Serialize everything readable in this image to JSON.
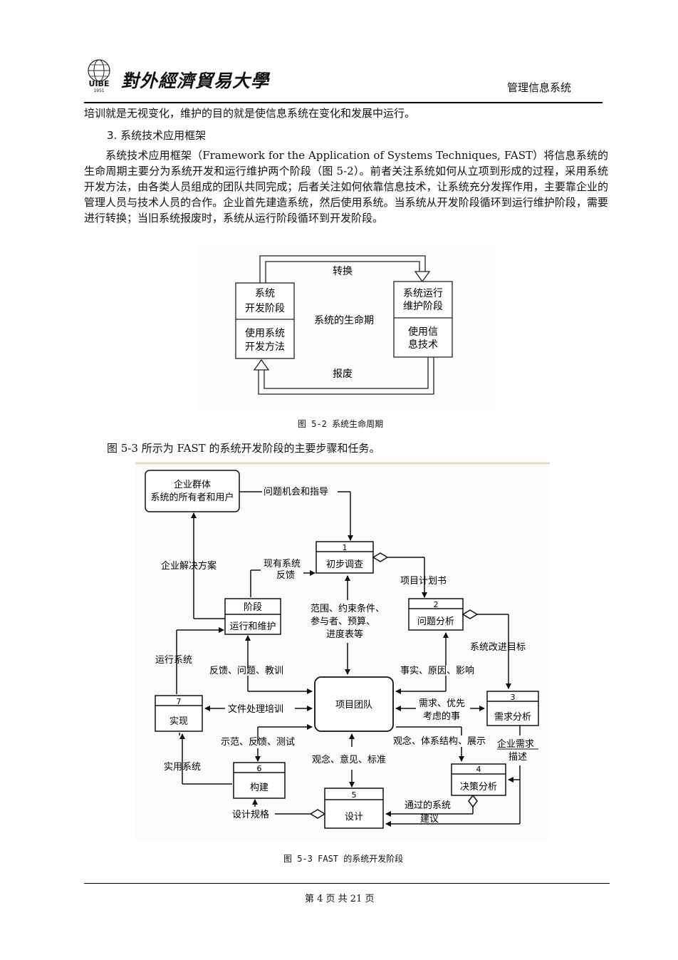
{
  "header": {
    "university_name": "對外經濟貿易大學",
    "logo_abbr": "UIBE",
    "logo_year": "1951",
    "course_title": "管理信息系统"
  },
  "body": {
    "para_top": "培训就是无视变化，维护的目的就是使信息系统在变化和发展中运行。",
    "section_heading": "3. 系统技术应用框架",
    "para_fast": "系统技术应用框架（Framework for the Application of Systems Techniques, FAST）将信息系统的生命周期主要分为系统开发和运行维护两个阶段（图 5-2）。前者关注系统如何从立项到形成的过程，采用系统开发方法，由各类人员组成的团队共同完成；后者关注如何依靠信息技术，让系统充分发挥作用，主要靠企业的管理人员与技术人员的合作。企业首先建造系统，然后使用系统。当系统从开发阶段循环到运行维护阶段，需要进行转换；当旧系统报废时，系统从运行阶段循环到开发阶段。",
    "para_fig3": "图 5-3 所示为 FAST 的系统开发阶段的主要步骤和任务。"
  },
  "figure1": {
    "caption": "图 5-2  系统生命周期",
    "left_top_1": "系统",
    "left_top_2": "开发阶段",
    "left_bottom_1": "使用系统",
    "left_bottom_2": "开发方法",
    "right_top_1": "系统运行",
    "right_top_2": "维护阶段",
    "right_bottom_1": "使用信",
    "right_bottom_2": "息技术",
    "center": "系统的生命期",
    "top_arrow": "转换",
    "bottom_arrow": "报废"
  },
  "figure2": {
    "caption": "图 5-3  FAST 的系统开发阶段",
    "owners_1": "企业群体",
    "owners_2": "系统的所有者和用户",
    "opportunity": "问题机会和指导",
    "solution": "企业解决方案",
    "feedback_existing_1": "现有系统",
    "feedback_existing_2": "反馈",
    "step1_num": "1",
    "step1": "初步调查",
    "project_plan": "项目计划书",
    "stage_label": "阶段",
    "stage_ops": "运行和维护",
    "scope_1": "范围、约束条件、",
    "scope_2": "参与者、预算、",
    "scope_3": "进度表等",
    "step2_num": "2",
    "step2": "问题分析",
    "improve_goal": "系统改进目标",
    "run_system": "运行系统",
    "feedback_lessons": "反馈、问题、教训",
    "facts": "事实、原因、影响",
    "team": "项目团队",
    "step7_num": "7",
    "step7": "实现",
    "doc_training": "文件处理培训",
    "needs_1": "需求、优先",
    "needs_2": "考虑的事",
    "step3_num": "3",
    "step3": "需求分析",
    "demo": "示范、反馈、测试",
    "concepts_arch": "观念、体系结构、展示",
    "biz_req_1": "企业需求",
    "biz_req_2": "描述",
    "practical": "实用系统",
    "step6_num": "6",
    "step6": "构建",
    "ideas": "观念、意见、标准",
    "step4_num": "4",
    "step4": "决策分析",
    "step5_num": "5",
    "step5": "设计",
    "design_spec": "设计规格",
    "approved_1": "通过的系统",
    "approved_2": "建议"
  },
  "footer": {
    "page": "第 4 页 共 21 页"
  }
}
